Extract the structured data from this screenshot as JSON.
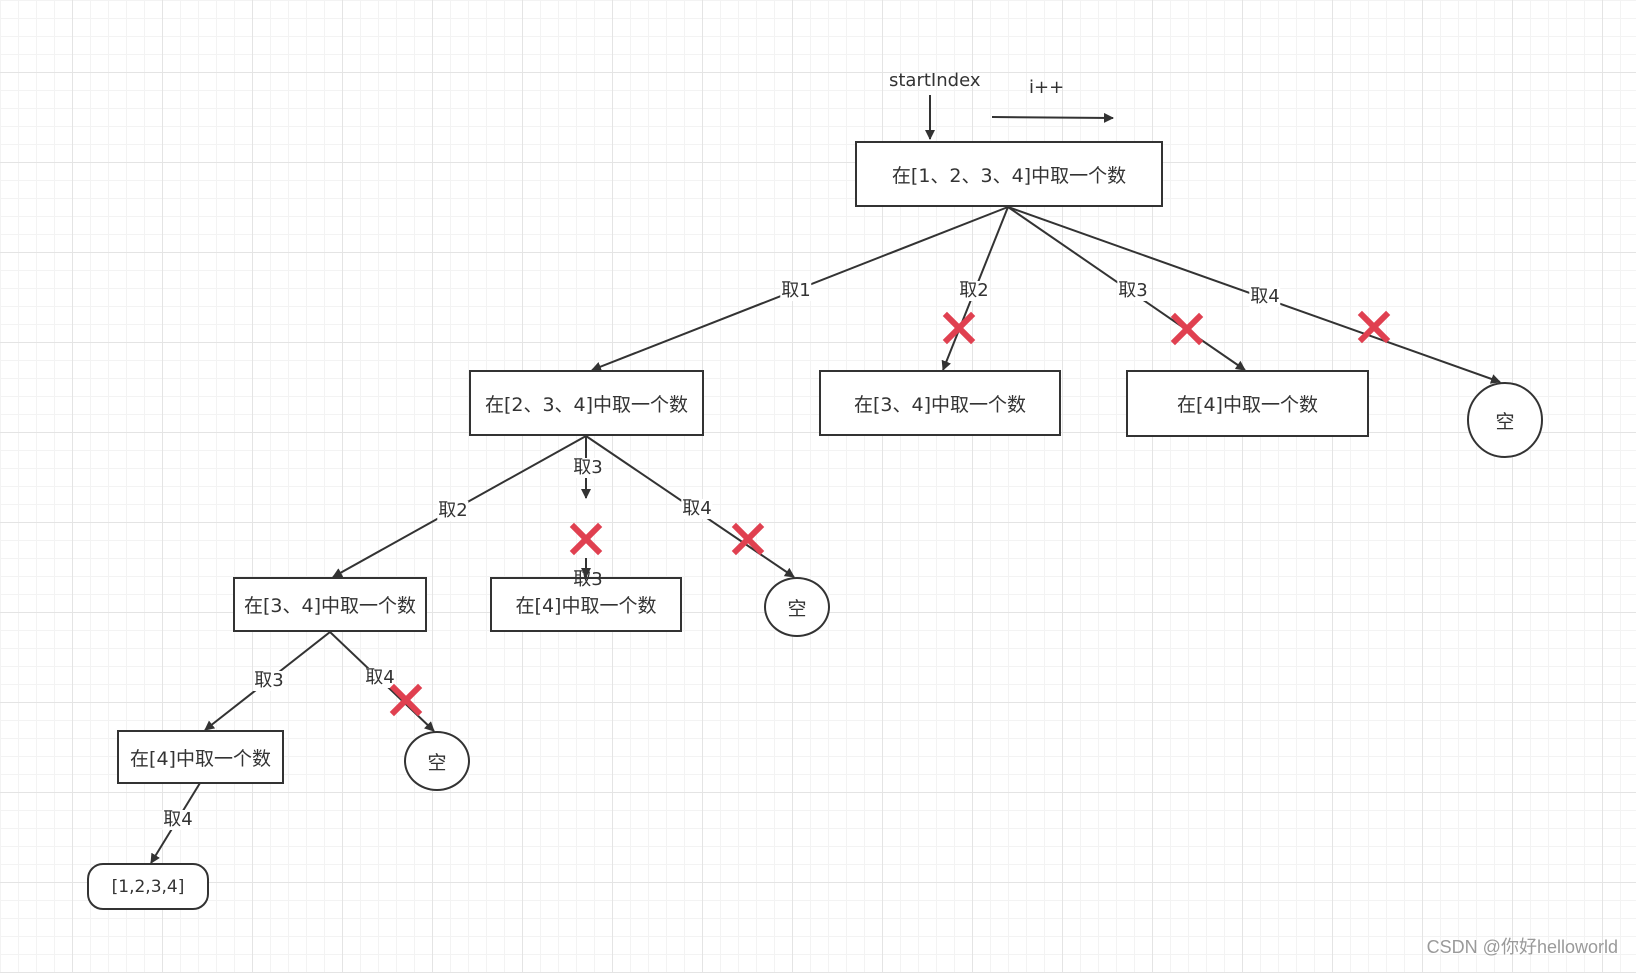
{
  "annotations": {
    "start_index": "startIndex",
    "increment": "i++"
  },
  "nodes": {
    "root": "在[1、2、3、4]中取一个数",
    "level1_a": "在[2、3、4]中取一个数",
    "level1_b": "在[3、4]中取一个数",
    "level1_c": "在[4]中取一个数",
    "level1_empty": "空",
    "level2_a": "在[3、4]中取一个数",
    "level2_b": "在[4]中取一个数",
    "level2_empty": "空",
    "level3_a": "在[4]中取一个数",
    "level3_empty": "空",
    "leaf_result": "[1,2,3,4]"
  },
  "edge_labels": {
    "root_take1": "取1",
    "root_take2": "取2",
    "root_take3": "取3",
    "root_take4": "取4",
    "l1_take2": "取2",
    "l1_take3": "取3",
    "l1_take3_dup": "取3",
    "l1_take4": "取4",
    "l2_take3": "取3",
    "l2_take4": "取4",
    "l3_take4": "取4"
  },
  "pruned_marker_color": "#e04050",
  "watermark": "CSDN @你好helloworld"
}
